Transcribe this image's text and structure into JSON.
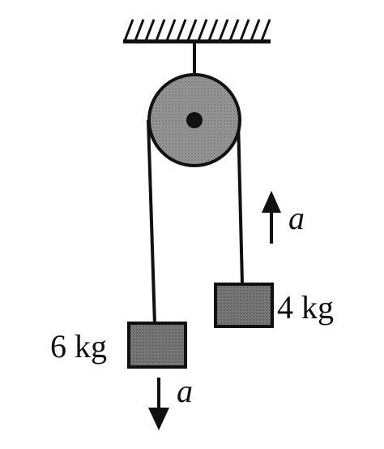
{
  "diagram": {
    "colors": {
      "ink": "#111111",
      "pulley_fill": "#8c8c8c",
      "block_fill": "#6f6f6f",
      "background": "#ffffff"
    },
    "masses": {
      "left": "6 kg",
      "right": "4 kg"
    },
    "accelerations": {
      "left": "a",
      "right": "a"
    },
    "accel_directions": {
      "left": "down",
      "right": "up"
    }
  }
}
